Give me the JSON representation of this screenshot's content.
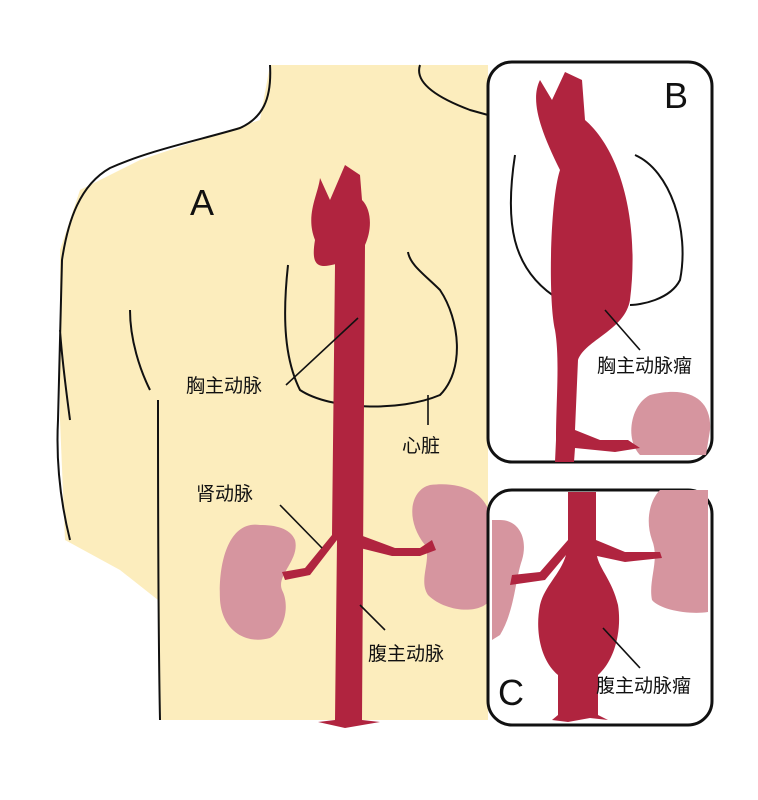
{
  "colors": {
    "skin": "#fcedbd",
    "aorta": "#b0243f",
    "kidney": "#d6959f",
    "outline": "#111111"
  },
  "panels": {
    "a": "A",
    "b": "B",
    "c": "C"
  },
  "labels": {
    "thoracic_aorta": "胸主动脉",
    "heart": "心脏",
    "renal_artery": "肾动脉",
    "abdominal_aorta": "腹主动脉",
    "thoracic_aneurysm": "胸主动脉瘤",
    "abdominal_aneurysm": "腹主动脉瘤"
  }
}
